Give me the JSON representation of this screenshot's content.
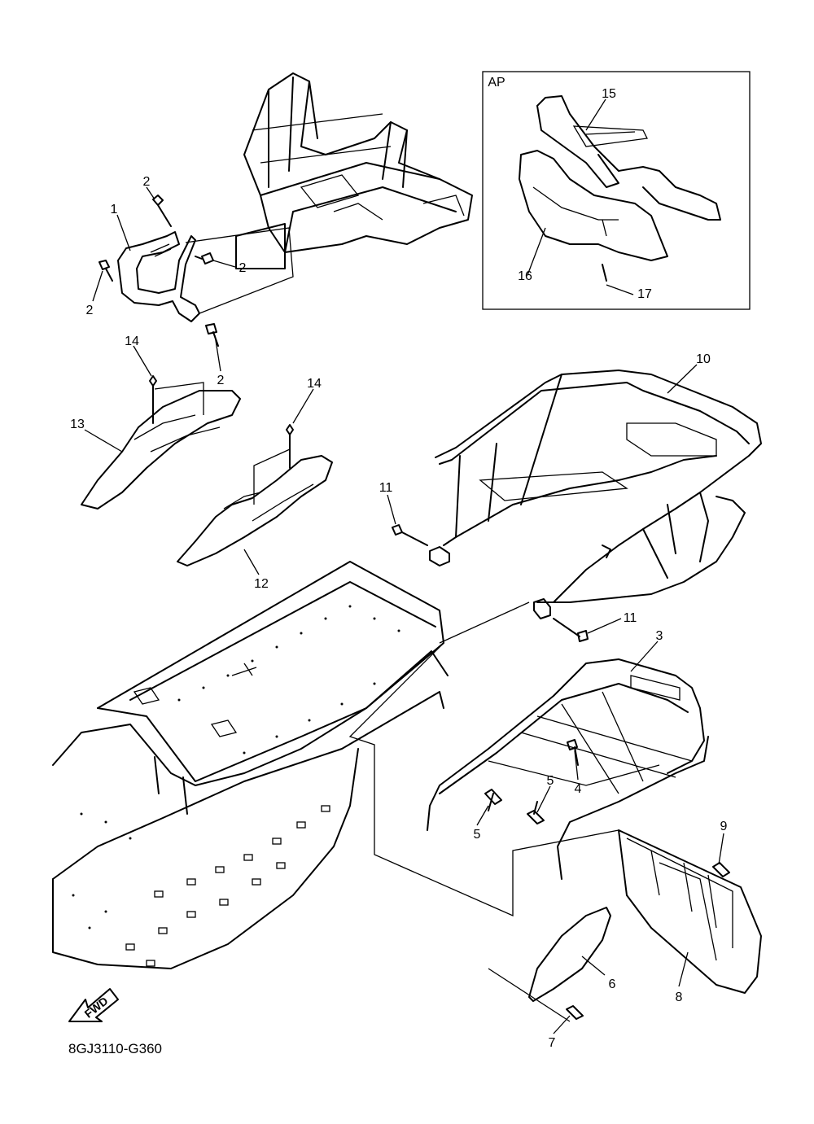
{
  "diagram_code": "8GJ3110-G360",
  "inset_label": "AP",
  "fwd_label": "FWD",
  "callouts": [
    "1",
    "2",
    "2",
    "2",
    "2",
    "3",
    "4",
    "5",
    "5",
    "6",
    "7",
    "8",
    "9",
    "10",
    "11",
    "11",
    "12",
    "13",
    "14",
    "14",
    "15",
    "16",
    "17"
  ]
}
